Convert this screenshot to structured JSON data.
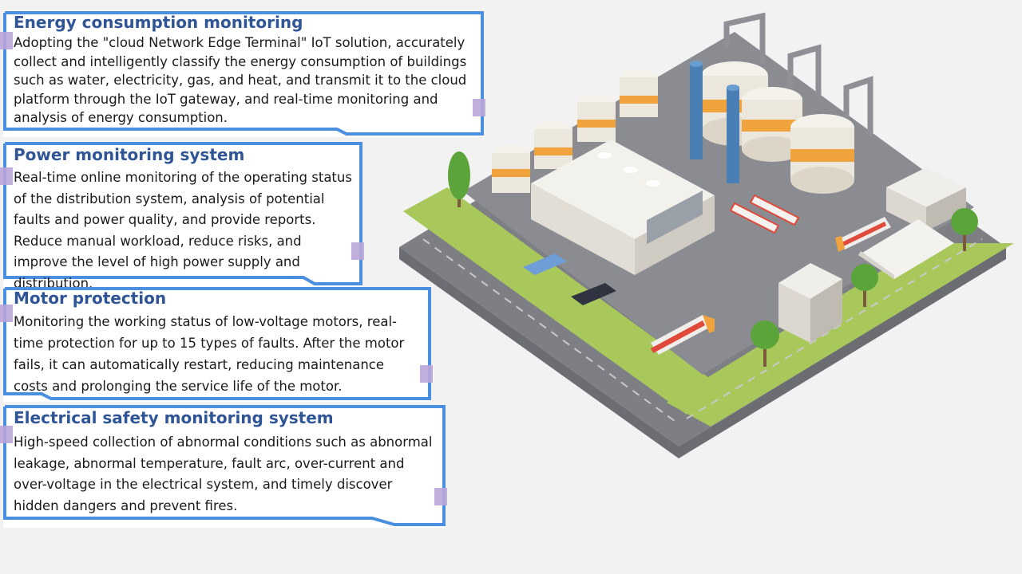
{
  "cards": [
    {
      "title": "Energy consumption monitoring",
      "body": "Adopting the \"cloud Network Edge Terminal\" IoT solution, accurately collect and intelligently classify the energy consumption of buildings such as water, electricity, gas, and heat, and transmit it to the cloud platform through the IoT gateway, and real-time monitoring and analysis of energy consumption."
    },
    {
      "title": "Power monitoring system",
      "body": "Real-time online monitoring of the operating status of the distribution system, analysis of potential faults and power quality, and provide reports. Reduce manual workload, reduce risks, and improve the level of high power supply and distribution."
    },
    {
      "title": "Motor protection",
      "body": "Monitoring the working status of low-voltage motors, real-time protection for up to 15 types of faults. After the motor fails, it can automatically restart, reducing maintenance costs and prolonging the service life of the motor."
    },
    {
      "title": "Electrical safety monitoring system",
      "body": "High-speed collection of abnormal conditions such as abnormal leakage, abnormal temperature, fault arc, over-current and over-voltage in the electrical system, and timely discover hidden dangers and prevent fires."
    }
  ],
  "colors": {
    "frame": "#4a8fe0",
    "title": "#2f5597",
    "tab": "#b9a6d8"
  }
}
